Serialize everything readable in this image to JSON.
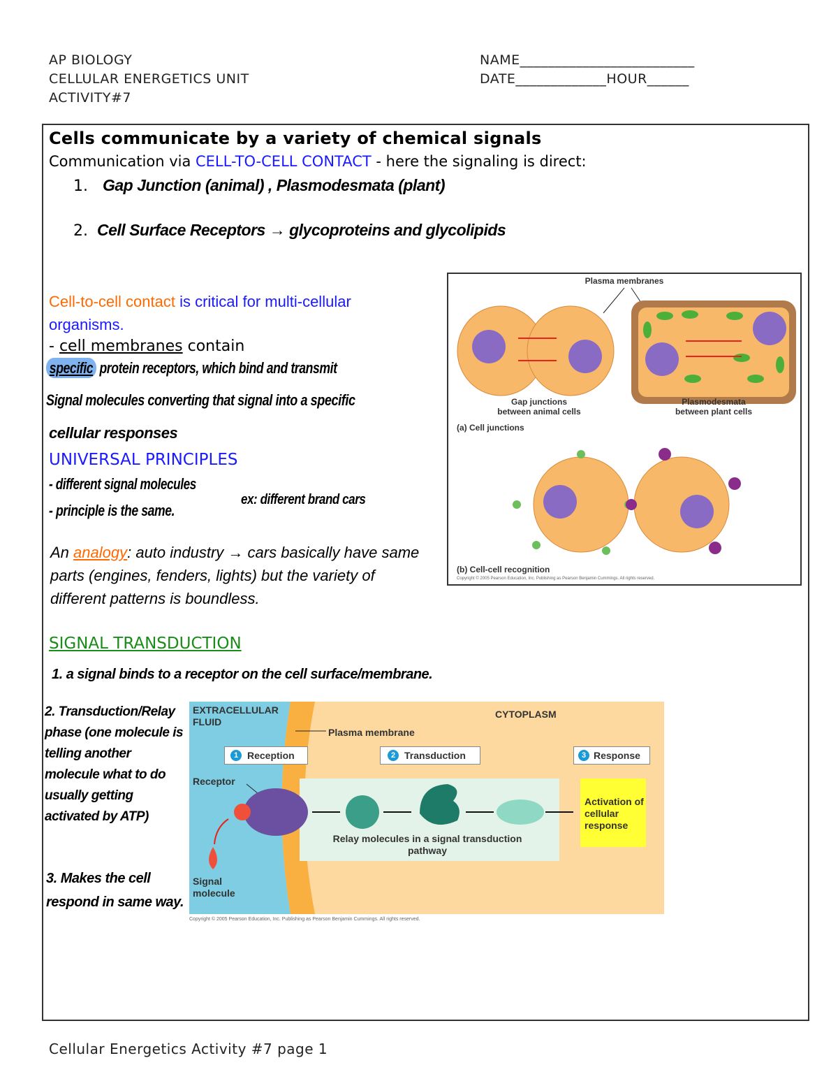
{
  "header": {
    "course": "AP BIOLOGY",
    "unit": "CELLULAR ENERGETICS UNIT",
    "activity": "ACTIVITY#7",
    "name": "NAME_________________________",
    "date_hour": "DATE_____________HOUR______"
  },
  "section1": {
    "title": "Cells communicate by a variety of chemical signals",
    "comm_prefix": "Communication via ",
    "comm_highlight": "CELL-TO-CELL CONTACT",
    "comm_suffix": " - here the signaling is direct:",
    "item1_num": "1.",
    "item1": "Gap Junction (animal) , Plasmodesmata (plant)",
    "item2_num": "2.",
    "item2": "Cell Surface Receptors → glycoproteins and glycolipids"
  },
  "section2": {
    "critical_orange": "Cell-to-cell contact",
    "critical_blue": " is critical for multi-cellular organisms.",
    "membranes_dash": " - ",
    "membranes_link": "cell membranes",
    "membranes_suffix": " contain",
    "specific": "specific",
    "hand1": "protein receptors, which bind and transmit",
    "hand2": "Signal molecules converting that signal into a specific",
    "hand3": "cellular responses",
    "universal": "UNIVERSAL PRINCIPLES",
    "hand4": "- different signal molecules",
    "hand5": "- principle is the same.",
    "hand6": "ex: different brand cars",
    "analogy_pre": "An ",
    "analogy_word": "analogy",
    "analogy_post": ": auto industry → cars basically have same parts (engines, fenders, lights) but the variety of different patterns is boundless."
  },
  "figure1": {
    "plasma_membranes": "Plasma membranes",
    "gap_junctions": "Gap junctions",
    "gap_sub": "between animal cells",
    "plasmodesmata": "Plasmodesmata",
    "plasmo_sub": "between plant cells",
    "caption_a": "(a) Cell junctions",
    "caption_b": "(b) Cell-cell recognition",
    "copyright": "Copyright © 2005 Pearson Education, Inc. Publishing as Pearson Benjamin Cummings. All rights reserved.",
    "colors": {
      "cell": "#f7b86a",
      "nucleus": "#8a6bc4",
      "arrow": "#e8231c",
      "chloroplast": "#4caf3a",
      "wall": "#b07a4a"
    }
  },
  "section3": {
    "title": "SIGNAL TRANSDUCTION",
    "step1": "1. a signal binds to a receptor on the cell surface/membrane.",
    "step2": "2. Transduction/Relay phase (one molecule is telling another molecule what to do usually getting activated by ATP)",
    "step3": "3. Makes the cell respond in same way."
  },
  "figure2": {
    "extracellular": "EXTRACELLULAR FLUID",
    "cytoplasm": "CYTOPLASM",
    "plasma_membrane": "Plasma membrane",
    "steps": [
      {
        "num": "1",
        "label": "Reception"
      },
      {
        "num": "2",
        "label": "Transduction"
      },
      {
        "num": "3",
        "label": "Response"
      }
    ],
    "receptor": "Receptor",
    "signal_molecule": "Signal molecule",
    "relay": "Relay molecules in a signal transduction pathway",
    "activation": "Activation of cellular response",
    "copyright": "Copyright © 2005 Pearson Education, Inc. Publishing as Pearson Benjamin Cummings. All rights reserved.",
    "colors": {
      "fluid": "#7ecde2",
      "membrane": "#f9b040",
      "cytoplasm": "#fdd9a0",
      "relay_box": "#e4f3ea",
      "response_box": "#ffff33",
      "step_badge": "#1a9ad6"
    }
  },
  "footer": "Cellular Energetics Activity #7 page 1"
}
